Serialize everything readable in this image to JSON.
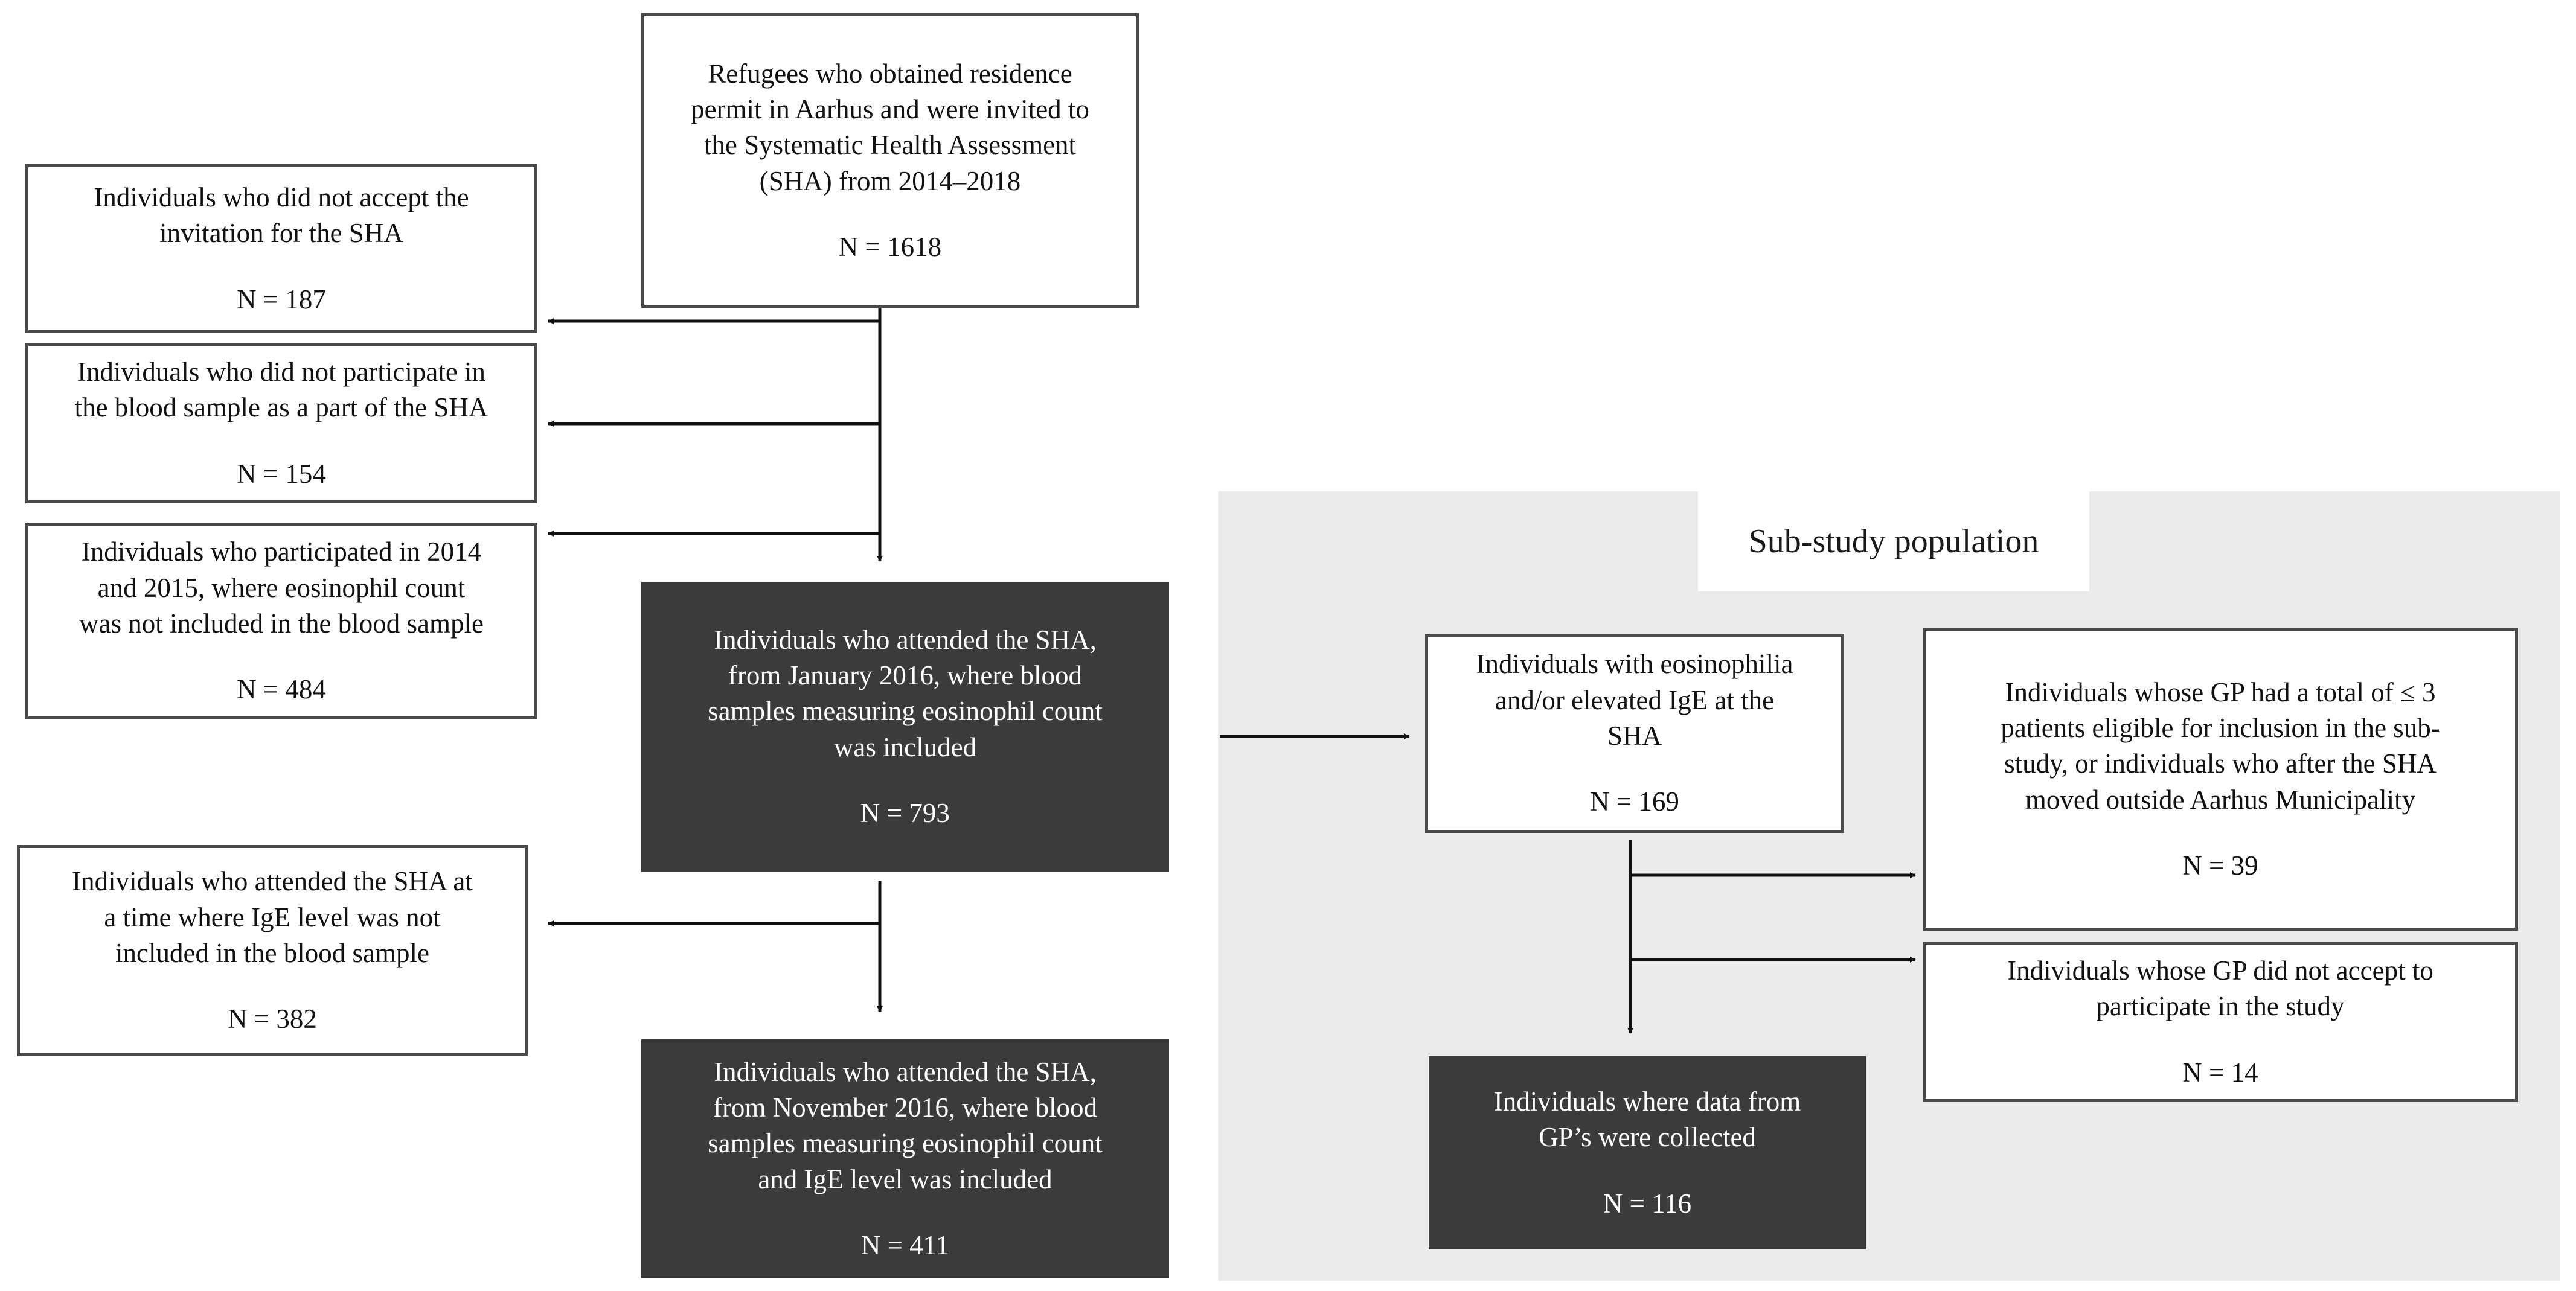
{
  "sub_study_title": "Sub-study population",
  "boxes": {
    "refugees": {
      "text": "Refugees who obtained residence\npermit in Aarhus and were invited to\nthe Systematic Health Assessment\n(SHA) from 2014–2018",
      "n": "N = 1618"
    },
    "not_accept": {
      "text": "Individuals who did not accept the\ninvitation for the SHA",
      "n": "N = 187"
    },
    "no_blood": {
      "text": "Individuals who did not participate in\nthe blood sample as a part of the SHA",
      "n": "N = 154"
    },
    "no_eos": {
      "text": "Individuals who participated in 2014\nand 2015, where eosinophil count\nwas not included in the blood sample",
      "n": "N = 484"
    },
    "attended_jan": {
      "text": "Individuals who attended the SHA,\nfrom January 2016, where blood\nsamples measuring eosinophil count\nwas included",
      "n": "N = 793"
    },
    "no_ige": {
      "text": "Individuals who attended the SHA at\na time where IgE level was not\nincluded in the blood sample",
      "n": "N = 382"
    },
    "attended_nov": {
      "text": "Individuals who attended the SHA,\nfrom November 2016, where blood\nsamples measuring eosinophil count\nand IgE level was included",
      "n": "N = 411"
    },
    "eosinophilia": {
      "text": "Individuals with eosinophilia\nand/or elevated IgE at the\nSHA",
      "n": "N = 169"
    },
    "gp_few": {
      "text": "Individuals whose GP had a total of ≤ 3\npatients eligible for inclusion in the sub-\nstudy, or individuals who after the SHA\nmoved outside Aarhus Municipality",
      "n": "N = 39"
    },
    "gp_decline": {
      "text": "Individuals whose GP did not accept to\nparticipate in the study",
      "n": "N = 14"
    },
    "gp_collected": {
      "text": "Individuals where data from\nGP’s were collected",
      "n": "N = 116"
    }
  },
  "colors": {
    "dark_box": "#3b3b3b",
    "panel": "#ebebeb",
    "border": "#4a4a4a"
  }
}
